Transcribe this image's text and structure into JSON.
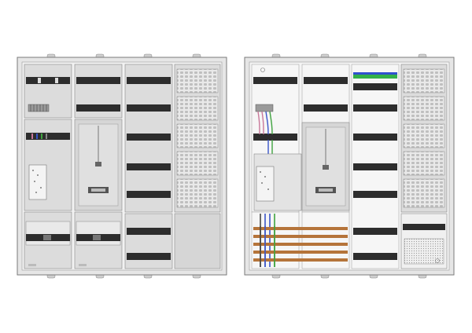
{
  "colors": {
    "housing": "#e6e6e6",
    "housing_stroke": "#7a7a7a",
    "panel": "#d9d9d9",
    "panel_light": "#eeeeee",
    "rail": "#2d2d2d",
    "busbar": "#b5743a",
    "wire_blue": "#3a55c8",
    "wire_green": "#3fa33f",
    "wire_pink": "#c9789a",
    "terminal_green": "#33b04a",
    "terminal_blue": "#3050d0"
  },
  "cabinets": [
    {
      "name": "cabinet-left",
      "columns": [
        {
          "name": "col-1",
          "type": "mixed"
        },
        {
          "name": "col-2",
          "type": "mixed"
        },
        {
          "name": "col-3",
          "type": "rails"
        },
        {
          "name": "col-4",
          "type": "grilles"
        }
      ]
    },
    {
      "name": "cabinet-right",
      "columns": [
        {
          "name": "col-1",
          "type": "wired"
        },
        {
          "name": "col-2",
          "type": "meter"
        },
        {
          "name": "col-3",
          "type": "rails-open"
        },
        {
          "name": "col-4",
          "type": "grilles"
        }
      ]
    }
  ]
}
